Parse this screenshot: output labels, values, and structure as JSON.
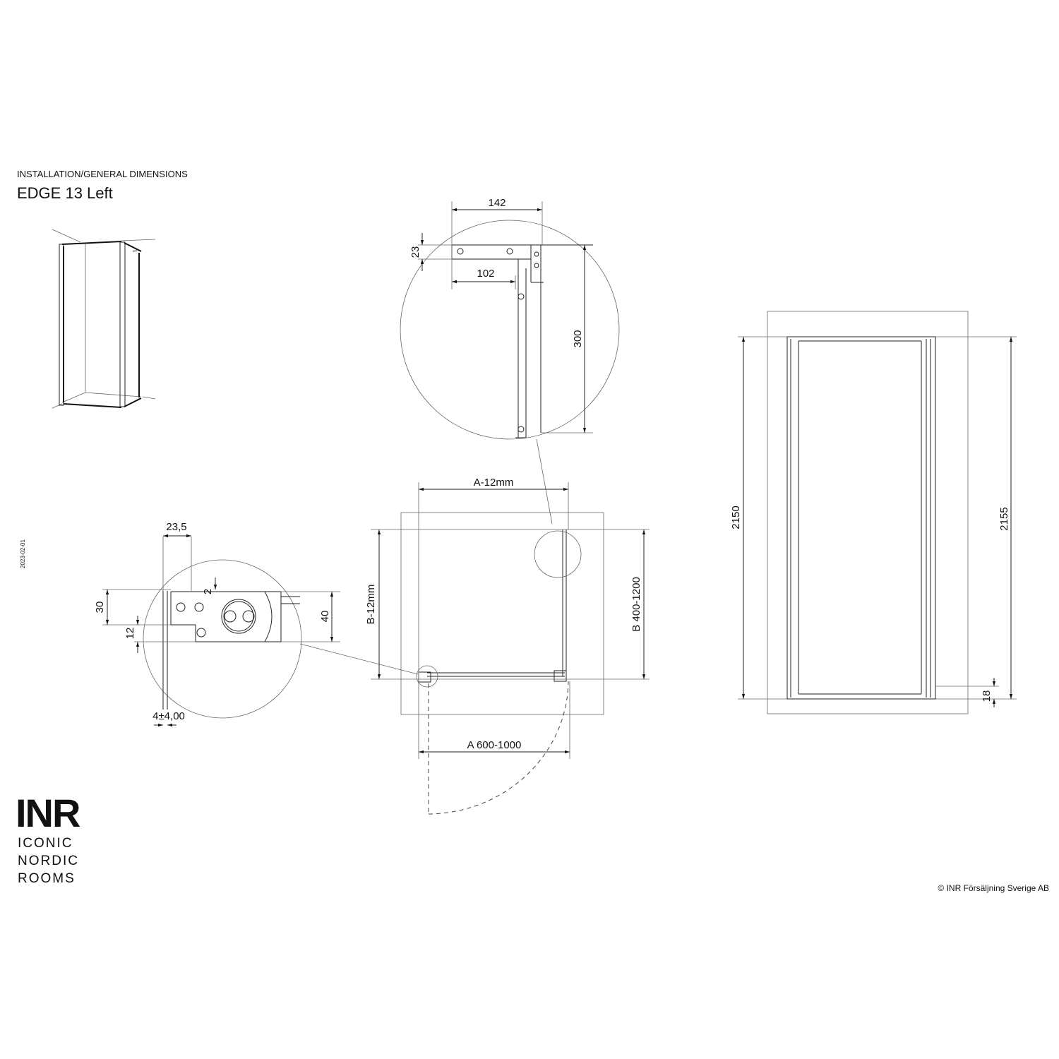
{
  "header": {
    "subtitle": "INSTALLATION/GENERAL DIMENSIONS",
    "title": "EDGE 13 Left"
  },
  "date": "2023-02-01",
  "top_detail": {
    "dim_width": "142",
    "dim_offset": "23",
    "dim_inner": "102",
    "dim_height": "300"
  },
  "left_detail": {
    "dim_width": "23,5",
    "dim_gap": "2",
    "dim_30": "30",
    "dim_12": "12",
    "dim_40": "40",
    "dim_tolerance": "4±4,00"
  },
  "plan": {
    "dim_a_inner": "A-12mm",
    "dim_b_inner": "B-12mm",
    "dim_b": "B 400-1200",
    "dim_a": "A 600-1000"
  },
  "elevation": {
    "dim_left": "2150",
    "dim_right": "2155",
    "dim_bottom": "18"
  },
  "logo": {
    "mark": "INR",
    "line1": "ICONIC",
    "line2": "NORDIC",
    "line3": "ROOMS"
  },
  "copyright": "© INR Försäljning Sverige AB"
}
